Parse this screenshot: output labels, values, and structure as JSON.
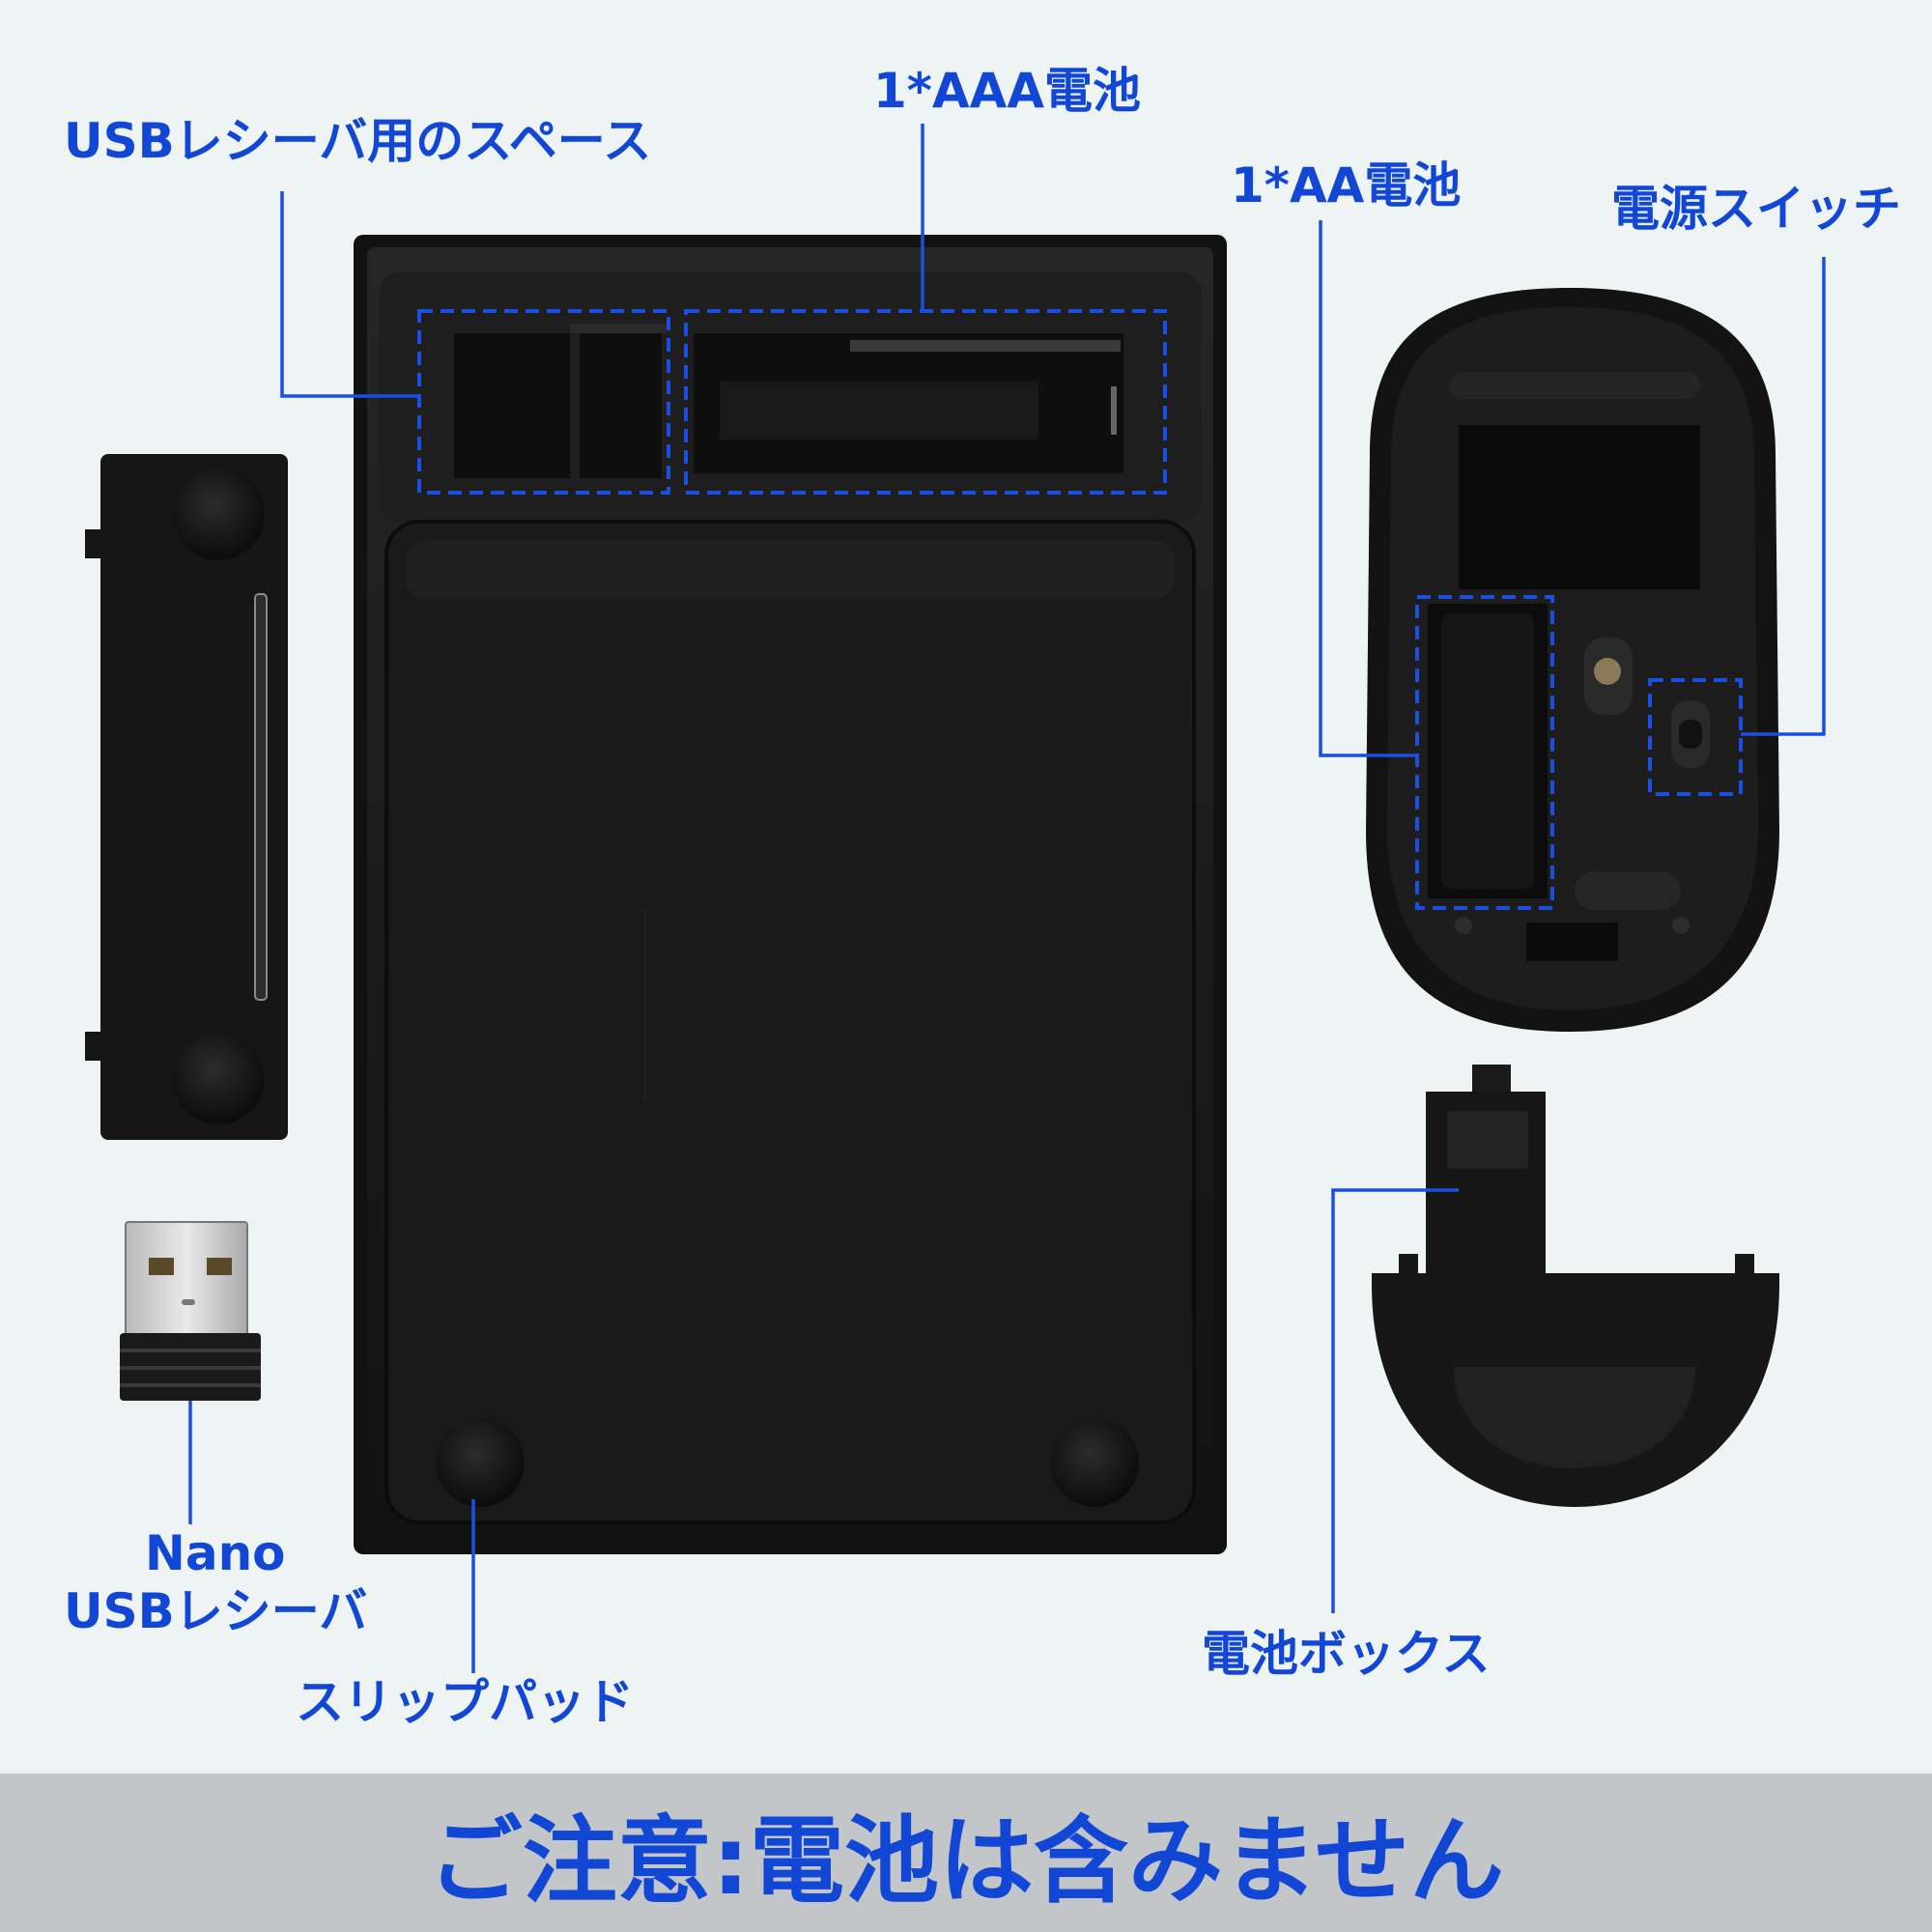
{
  "labels": {
    "usb_space": "USBレシーバ用のスペース",
    "aaa_battery": "1*AAA電池",
    "aa_battery": "1*AA電池",
    "power_switch": "電源スイッチ",
    "nano_line1": "Nano",
    "nano_line2": "USBレシーバ",
    "slip_pad": "スリップパッド",
    "battery_box": "電池ボックス"
  },
  "notice": "ご注意:電池は含みません",
  "colors": {
    "background": "#eef4f4",
    "accent_blue": "#1247d6",
    "notice_bar": "#c2c6c8",
    "device_black": "#151515"
  }
}
